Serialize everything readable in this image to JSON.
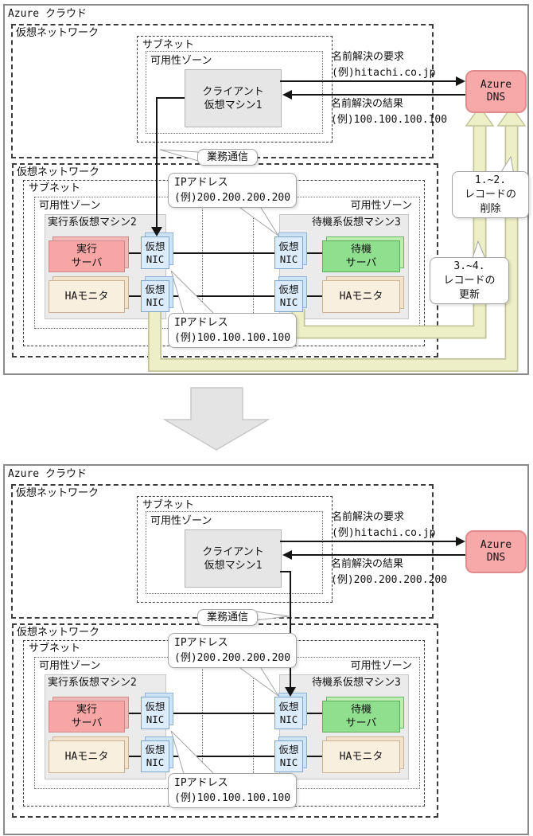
{
  "shared": {
    "cloud_label": "Azure クラウド",
    "vnet_label": "仮想ネットワーク",
    "subnet_label": "サブネット",
    "zone_label": "可用性ゾーン",
    "client_vm_line1": "クライアント",
    "client_vm_line2": "仮想マシン1",
    "dns_line1": "Azure",
    "dns_line2": "DNS",
    "request_label": "名前解決の要求",
    "request_example": "(例)hitachi.co.jp",
    "result_label": "名前解決の結果",
    "biz_label": "業務通信",
    "vm2_label": "実行系仮想マシン2",
    "vm3_label": "待機系仮想マシン3",
    "exec_line1": "実行",
    "exec_line2": "サーバ",
    "standby_line1": "待機",
    "standby_line2": "サーバ",
    "ha_label": "HAモニタ",
    "nic_line1": "仮想",
    "nic_line2": "NIC",
    "ip_label": "IPアドレス",
    "ip_200": "(例)200.200.200.200",
    "ip_100": "(例)100.100.100.100"
  },
  "diagram1": {
    "result_example": "(例)100.100.100.100",
    "callout_delete_line1": "1.~2.",
    "callout_delete_line2": "レコードの",
    "callout_delete_line3": "削除",
    "callout_update_line1": "3.~4.",
    "callout_update_line2": "レコードの",
    "callout_update_line3": "更新"
  },
  "diagram2": {
    "result_example": "(例)200.200.200.200"
  },
  "colors": {
    "dns_fill": "#f7a9a9",
    "exec_server_fill": "#f7a6a6",
    "standby_server_fill": "#8fdf8f",
    "ha_monitor_fill": "#f9efdf",
    "nic_fill": "#ddecfb",
    "record_path_fill": "#edefc6",
    "vm_box_fill": "#ebebeb"
  }
}
